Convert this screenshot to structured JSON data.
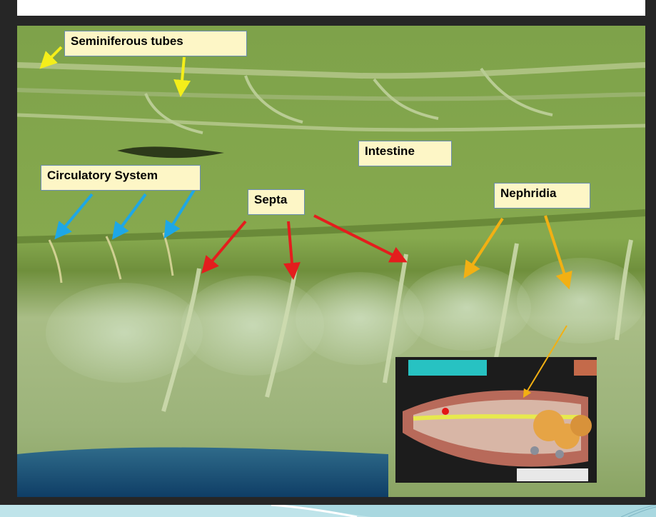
{
  "labels": {
    "seminiferous": "Seminiferous tubes",
    "intestine": "Intestine",
    "circulatory": "Circulatory System",
    "septa": "Septa",
    "nephridia": "Nephridia"
  },
  "colors": {
    "background": "#262626",
    "label_fill": "#fdf6c6",
    "label_border": "#6b8db3",
    "arrow_yellow": "#f4ee1a",
    "arrow_blue": "#1ea7e6",
    "arrow_red": "#e41d1d",
    "arrow_orange": "#f2b013",
    "tissue_green": "#7fa047",
    "bottom_bar": "#bfe4ea"
  },
  "icons": {
    "inset": "earthworm-model-photo",
    "main": "dissected-earthworm-photo"
  }
}
